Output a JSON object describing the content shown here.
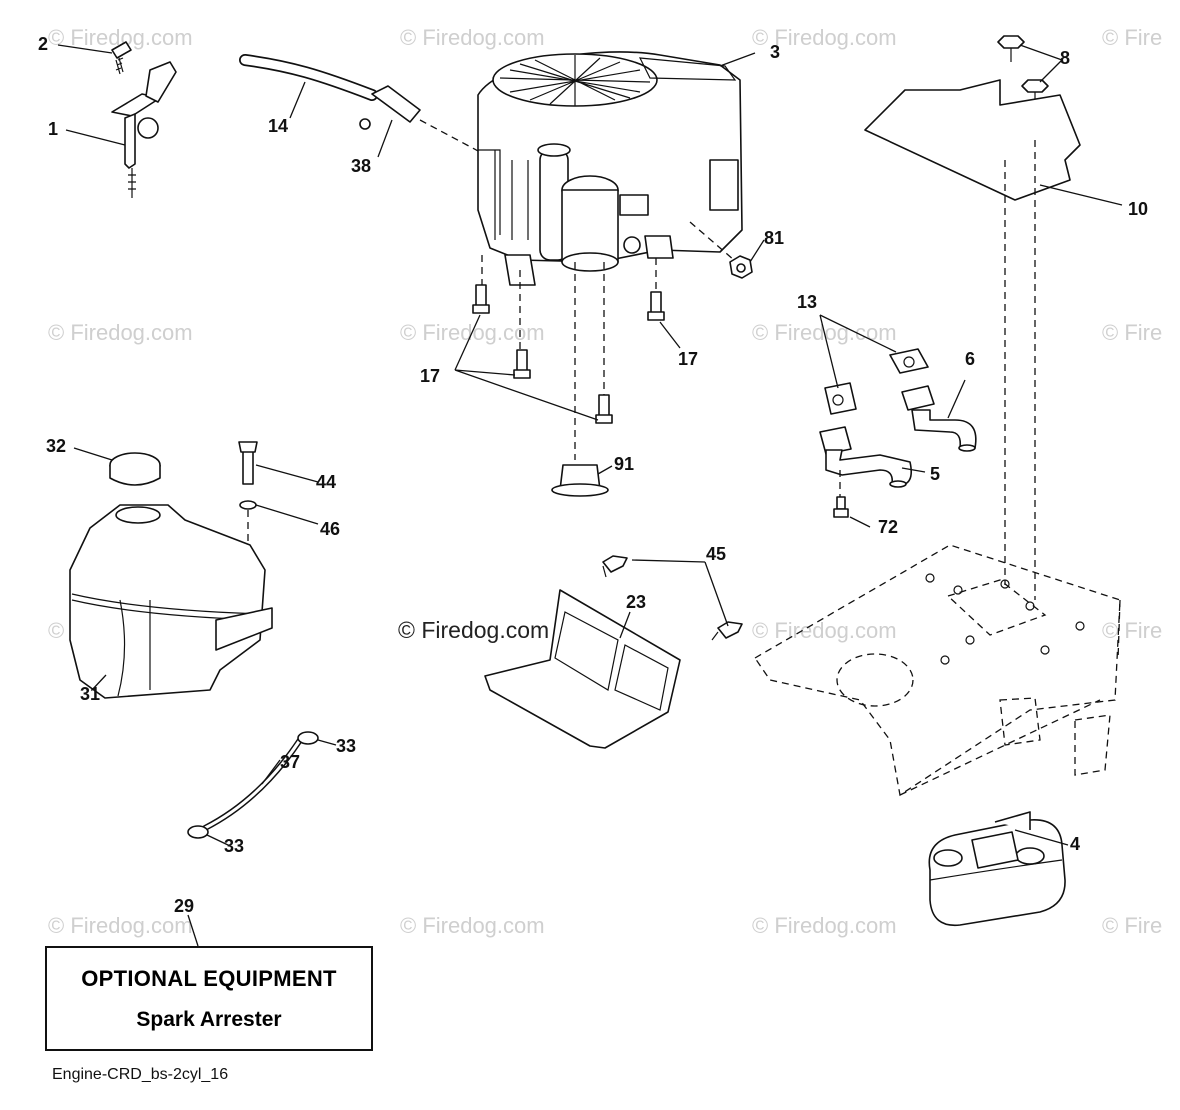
{
  "watermark": "© Firedog.com",
  "watermark_partial": "© Fire",
  "optional_box": {
    "title": "OPTIONAL EQUIPMENT",
    "subtitle": "Spark Arrester",
    "ref": "29"
  },
  "caption": "Engine-CRD_bs-2cyl_16",
  "callouts": {
    "c1": "1",
    "c2": "2",
    "c3": "3",
    "c4": "4",
    "c5": "5",
    "c6": "6",
    "c8": "8",
    "c10": "10",
    "c13": "13",
    "c14": "14",
    "c17a": "17",
    "c17b": "17",
    "c23": "23",
    "c31": "31",
    "c32": "32",
    "c33a": "33",
    "c33b": "33",
    "c37": "37",
    "c38": "38",
    "c44": "44",
    "c45": "45",
    "c46": "46",
    "c72": "72",
    "c81": "81",
    "c91": "91"
  },
  "colors": {
    "line": "#111111",
    "watermark": "#cfcfcf",
    "background": "#ffffff"
  }
}
